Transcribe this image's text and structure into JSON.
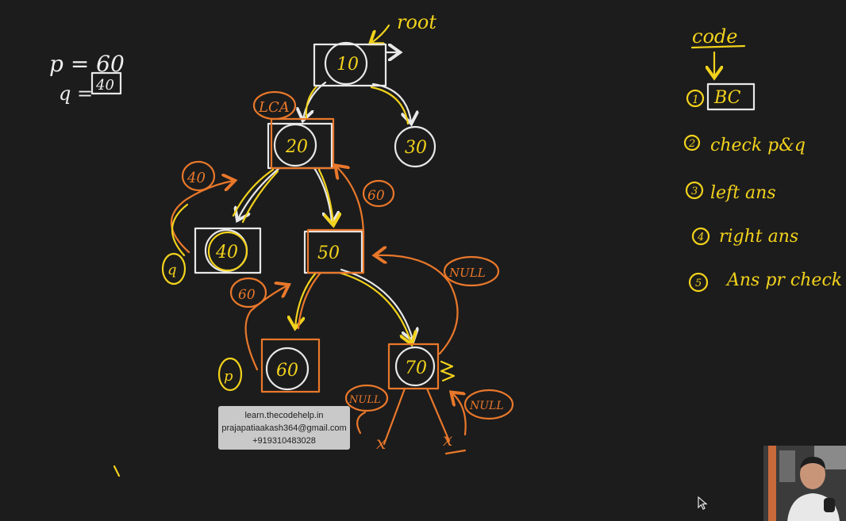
{
  "board": {
    "variables": {
      "p_line": "p = 60",
      "q_label": "q =",
      "q_value": "40"
    },
    "root_label": "root",
    "tree": {
      "nodes": [
        {
          "id": "n10",
          "value": "10"
        },
        {
          "id": "n20",
          "value": "20"
        },
        {
          "id": "n30",
          "value": "30"
        },
        {
          "id": "n40",
          "value": "40"
        },
        {
          "id": "n50",
          "value": "50"
        },
        {
          "id": "n60",
          "value": "60"
        },
        {
          "id": "n70",
          "value": "70"
        }
      ]
    },
    "annotations": {
      "lca": "LCA",
      "ret_40": "40",
      "ret_60_right": "60",
      "ret_60_left": "60",
      "q_mark": "q",
      "p_mark": "p",
      "null_right_of_70": "NULL",
      "null_70_left": "NULL",
      "null_70_right": "NULL",
      "x_left": "x",
      "x_right": "x"
    },
    "code_steps": {
      "heading": "code",
      "steps": [
        {
          "num": "1",
          "text": "BC"
        },
        {
          "num": "2",
          "text": "check p&q"
        },
        {
          "num": "3",
          "text": "left ans"
        },
        {
          "num": "4",
          "text": "right ans"
        },
        {
          "num": "5",
          "text": "Ans pr check"
        }
      ]
    }
  },
  "contact": {
    "website": "learn.thecodehelp.in",
    "email": "prajapatiaakash364@gmail.com",
    "phone": "+919310483028"
  },
  "webcam": {
    "icon": "presenter-webcam"
  },
  "cursor": {
    "icon": "mouse-pointer-icon"
  },
  "colors": {
    "background": "#1c1c1c",
    "chalk_white": "#e8e8e8",
    "yellow": "#f2d21c",
    "orange": "#e9782b"
  }
}
